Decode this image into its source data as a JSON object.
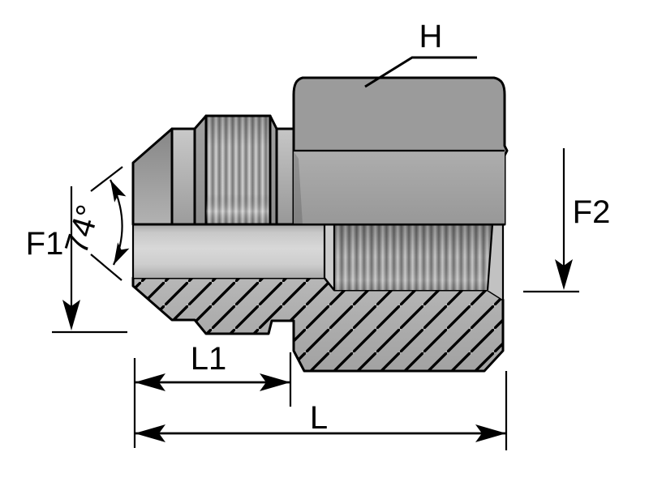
{
  "drawing": {
    "labels": {
      "hex": "H",
      "f1": "F1",
      "f2": "F2",
      "angle": "74°",
      "l1": "L1",
      "l": "L"
    },
    "colors": {
      "outline": "#000000",
      "background": "#ffffff",
      "body_gray": "#9b9b9b",
      "bore_gray": "#d6d6d6",
      "hatch_gray": "#adadad"
    }
  }
}
